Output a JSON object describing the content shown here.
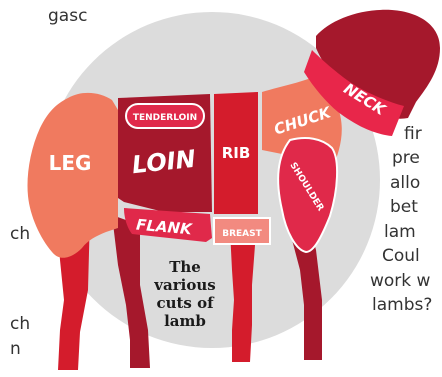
{
  "diagram": {
    "caption_lines": [
      "The",
      "various",
      "cuts of",
      "lamb"
    ],
    "cuts": {
      "leg": "LEG",
      "tenderloin": "TENDERLOIN",
      "loin": "LOIN",
      "rib": "RIB",
      "chuck": "CHUCK",
      "neck": "NECK",
      "shoulder": "SHOULDER",
      "flank": "FLANK",
      "breast": "BREAST"
    },
    "colors": {
      "background_circle": "#dcdcdc",
      "leg": "#f07a5f",
      "loin": "#a5182c",
      "tenderloin": "#e0294a",
      "rib": "#d41c2c",
      "chuck": "#f07a5f",
      "neck": "#e8264a",
      "shoulder": "#e0294a",
      "flank": "#e0294a",
      "breast": "#f28a80",
      "head": "#a5182c",
      "legs_dark": "#a5182c",
      "legs_front": "#e0294a",
      "legs_back": "#d41c2c"
    }
  },
  "text_fragments": {
    "top_left": "gasc",
    "left_1": "ch",
    "left_2": "ch",
    "left_3": "n",
    "right_1": "fir",
    "right_2": "pre",
    "right_3": "allo",
    "right_4": "bet",
    "right_5": "lam",
    "right_6": "Coul",
    "right_7": "work w",
    "right_8": "lambs?"
  }
}
